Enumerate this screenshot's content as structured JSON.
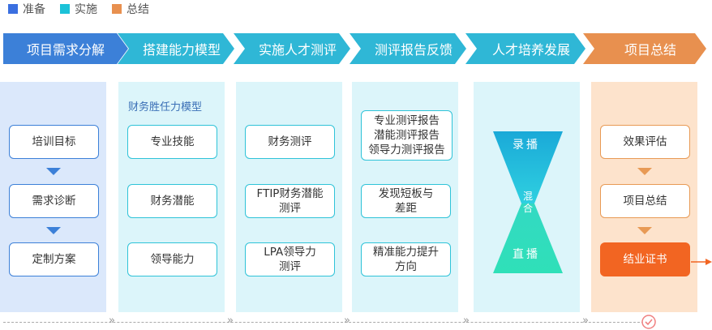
{
  "legend": [
    {
      "label": "准备",
      "color": "#3a6fe0"
    },
    {
      "label": "实施",
      "color": "#1cc2d8"
    },
    {
      "label": "总结",
      "color": "#e8904f"
    }
  ],
  "stages": [
    {
      "label": "项目需求分解",
      "color": "#3c80d8"
    },
    {
      "label": "搭建能力模型",
      "color": "#2fb7d6"
    },
    {
      "label": "实施人才测评",
      "color": "#2fb7d6"
    },
    {
      "label": "测评报告反馈",
      "color": "#2fb7d6"
    },
    {
      "label": "人才培养发展",
      "color": "#2fb7d6"
    },
    {
      "label": "项目总结",
      "color": "#e8904f"
    }
  ],
  "col1": {
    "items": [
      "培训目标",
      "需求诊断",
      "定制方案"
    ]
  },
  "col2": {
    "title": "财务胜任力模型",
    "items": [
      "专业技能",
      "财务潜能",
      "领导能力"
    ]
  },
  "col3": {
    "items": [
      "财务测评",
      "FTIP财务潜能\n测评",
      "LPA领导力\n测评"
    ]
  },
  "col4": {
    "items": [
      "专业测评报告\n潜能测评报告\n领导力测评报告",
      "发现短板与\n差距",
      "精准能力提升\n方向"
    ]
  },
  "col5": {
    "top": "录播",
    "middle": "混\n合",
    "bottom": "直播"
  },
  "col6": {
    "items": [
      "效果评估",
      "项目总结",
      "结业证书"
    ]
  }
}
